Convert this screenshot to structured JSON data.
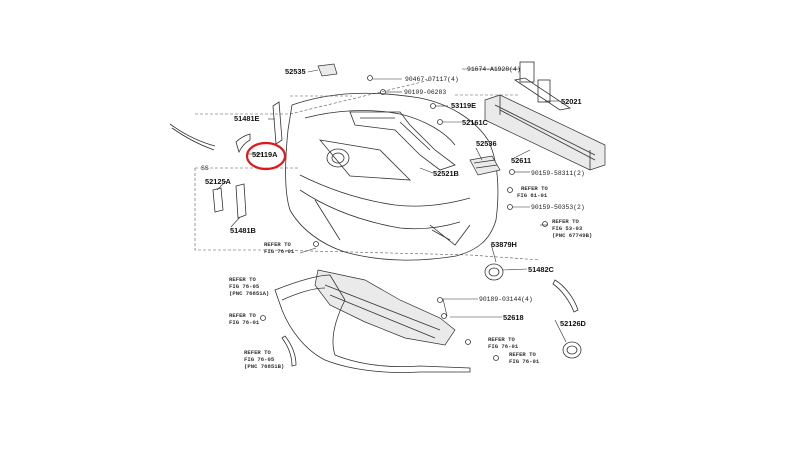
{
  "diagram": {
    "highlight_color": "#e01818",
    "labels": {
      "p52535": "52535",
      "p90467": "90467-07117(4)",
      "p90109": "90109-06283",
      "p91674": "91674-A1928(4)",
      "p52021": "52021",
      "p53119E": "53119E",
      "p52161C": "52161C",
      "p51481E": "51481E",
      "p52119A": "52119A",
      "p52521B": "52521B",
      "p52536": "52536",
      "p52611": "52611",
      "p90159a": "90159-58311(2)",
      "p52125A": "52125A",
      "p90159b": "90159-50353(2)",
      "p51481B": "51481B",
      "p53879H": "53879H",
      "p51482C": "51482C",
      "p90189": "90189-03144(4)",
      "p52618": "52618",
      "p52126D": "52126D",
      "mark1": "SS"
    },
    "refs": {
      "r1a": "REFER TO",
      "r1b": "FIG 81-01",
      "r2a": "REFER TO",
      "r2b": "FIG 53-03",
      "r2c": "(PNC 67749B)",
      "r3a": "REFER TO",
      "r3b": "FIG 76-01",
      "r4a": "REFER TO",
      "r4b": "FIG 76-05",
      "r4c": "(PNC 76851A)",
      "r5a": "REFER TO",
      "r5b": "FIG 76-01",
      "r6a": "REFER TO",
      "r6b": "FIG 76-01",
      "r7a": "REFER TO",
      "r7b": "FIG 76-01",
      "r8a": "REFER TO",
      "r8b": "FIG 76-05",
      "r8c": "(PNC 76851B)"
    }
  }
}
